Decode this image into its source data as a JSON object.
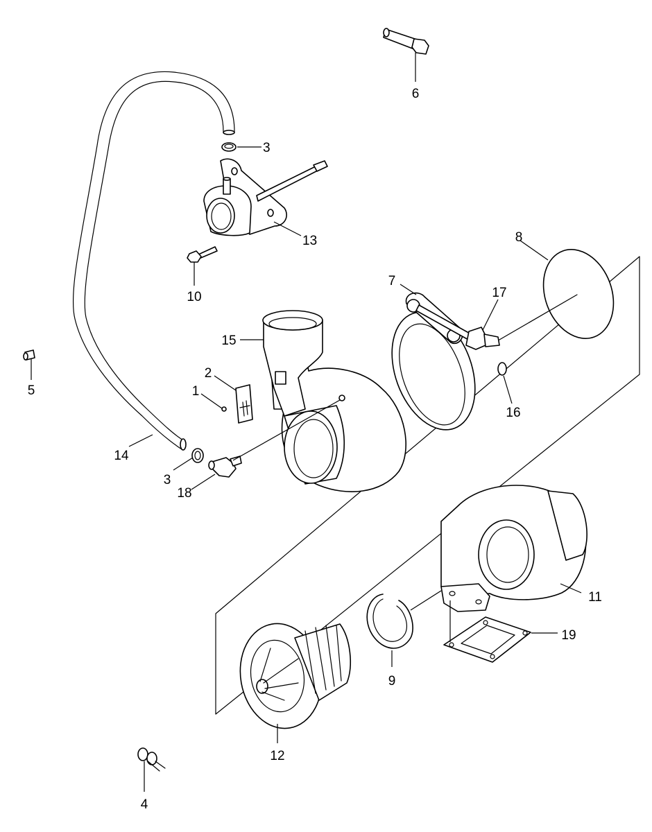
{
  "diagram": {
    "type": "exploded parts diagram",
    "callouts": [
      {
        "id": "callout-1",
        "text": "1"
      },
      {
        "id": "callout-2",
        "text": "2"
      },
      {
        "id": "callout-3a",
        "text": "3"
      },
      {
        "id": "callout-3b",
        "text": "3"
      },
      {
        "id": "callout-4",
        "text": "4"
      },
      {
        "id": "callout-5",
        "text": "5"
      },
      {
        "id": "callout-6",
        "text": "6"
      },
      {
        "id": "callout-7",
        "text": "7"
      },
      {
        "id": "callout-8",
        "text": "8"
      },
      {
        "id": "callout-9",
        "text": "9"
      },
      {
        "id": "callout-10",
        "text": "10"
      },
      {
        "id": "callout-11",
        "text": "11"
      },
      {
        "id": "callout-12",
        "text": "12"
      },
      {
        "id": "callout-13",
        "text": "13"
      },
      {
        "id": "callout-14",
        "text": "14"
      },
      {
        "id": "callout-15",
        "text": "15"
      },
      {
        "id": "callout-16",
        "text": "16"
      },
      {
        "id": "callout-17",
        "text": "17"
      },
      {
        "id": "callout-18",
        "text": "18"
      },
      {
        "id": "callout-19",
        "text": "19"
      }
    ]
  },
  "colors": {
    "line": "#000000",
    "background": "#ffffff"
  }
}
